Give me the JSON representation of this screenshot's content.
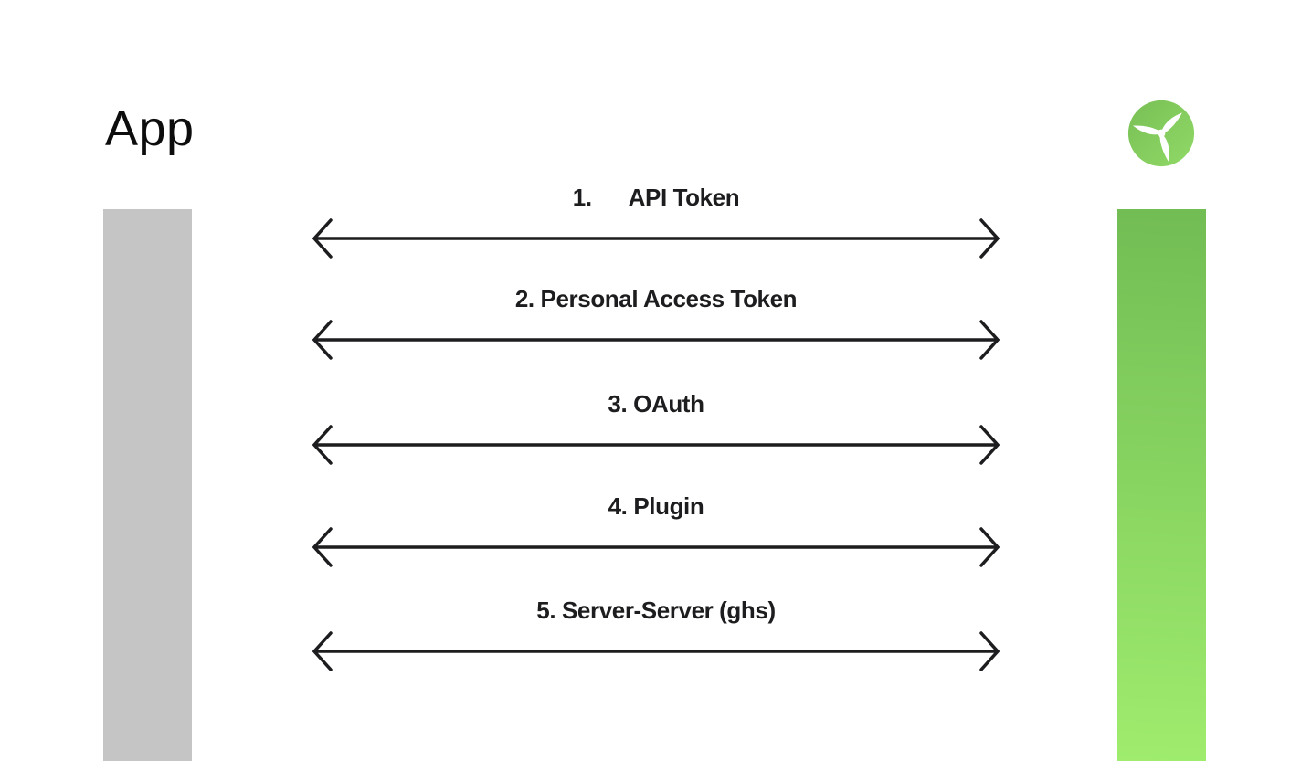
{
  "title": "App",
  "logo": {
    "name": "green-propeller-logo"
  },
  "connections": [
    {
      "label": "1.      API Token"
    },
    {
      "label": "2. Personal Access Token"
    },
    {
      "label": "3. OAuth"
    },
    {
      "label": "4. Plugin"
    },
    {
      "label": "5. Server-Server (ghs)"
    }
  ],
  "colors": {
    "ink": "#1d1d1f",
    "gray_bar": "#c5c5c5",
    "green_bar_top": "#72bd54",
    "green_bar_bottom": "#9fec6e",
    "logo_green_dark": "#79bf55",
    "logo_green_light": "#90da67",
    "background": "#ffffff"
  }
}
